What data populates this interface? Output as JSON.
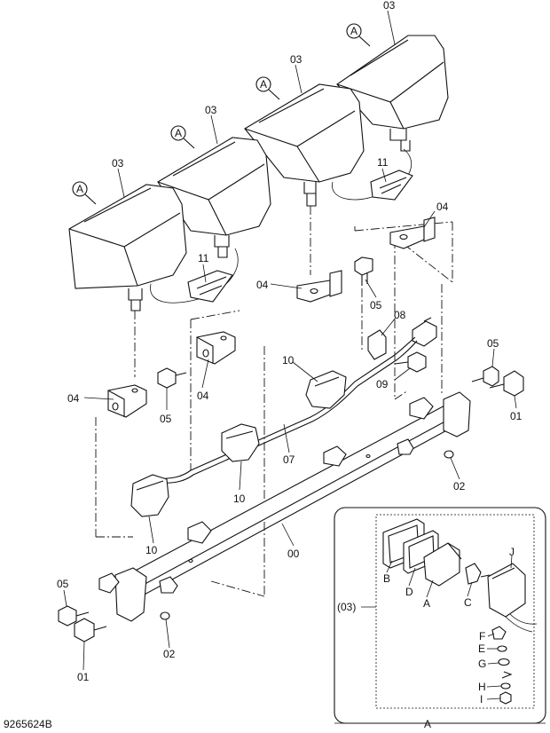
{
  "diagram": {
    "drawing_number": "9265624B",
    "detail_caption": "A",
    "callout_letter": "A",
    "callouts": [
      {
        "id": "lamp-1",
        "text": "03"
      },
      {
        "id": "lamp-2",
        "text": "03"
      },
      {
        "id": "lamp-3",
        "text": "03"
      },
      {
        "id": "lamp-4",
        "text": "03"
      },
      {
        "id": "wire-clip-left",
        "text": "11"
      },
      {
        "id": "wire-clip-right",
        "text": "11"
      },
      {
        "id": "bracket-right-top",
        "text": "04"
      },
      {
        "id": "bracket-mid",
        "text": "04"
      },
      {
        "id": "bracket-left-upper",
        "text": "04"
      },
      {
        "id": "bracket-left-lower",
        "text": "04"
      },
      {
        "id": "bolt-mid",
        "text": "05"
      },
      {
        "id": "bolt-left",
        "text": "05"
      },
      {
        "id": "bolt-right",
        "text": "05"
      },
      {
        "id": "bolt-bottom-left",
        "text": "05"
      },
      {
        "id": "connector",
        "text": "08"
      },
      {
        "id": "bolt-connector",
        "text": "09"
      },
      {
        "id": "clamp-upper",
        "text": "10"
      },
      {
        "id": "clamp-mid",
        "text": "10"
      },
      {
        "id": "clamp-lower",
        "text": "10"
      },
      {
        "id": "harness",
        "text": "07"
      },
      {
        "id": "bar",
        "text": "00"
      },
      {
        "id": "bolt-01-right",
        "text": "01"
      },
      {
        "id": "bolt-01-left",
        "text": "01"
      },
      {
        "id": "washer-right",
        "text": "02"
      },
      {
        "id": "washer-left",
        "text": "02"
      }
    ],
    "detail": {
      "assembly_label": "(03)",
      "letters": [
        "B",
        "D",
        "A",
        "C",
        "J",
        "F",
        "E",
        "G",
        "H",
        "I"
      ]
    }
  }
}
